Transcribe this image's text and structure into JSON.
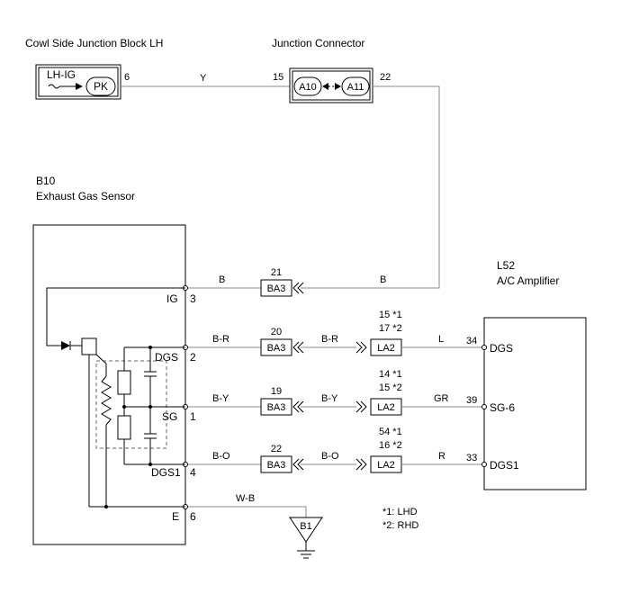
{
  "labels": {
    "cowl_block": "Cowl Side Junction Block LH",
    "junction_connector": "Junction Connector",
    "sensor_code": "B10",
    "sensor_name": "Exhaust Gas Sensor",
    "amp_code": "L52",
    "amp_name": "A/C Amplifier"
  },
  "cowl": {
    "fuse_label": "LH-IG",
    "connector": "PK",
    "pin": "6"
  },
  "junction": {
    "left_pin": "15",
    "left_conn": "A10",
    "right_conn": "A11",
    "right_pin": "22"
  },
  "wire_colors": {
    "y_top": "Y",
    "b_left": "B",
    "b_right": "B",
    "br_left": "B-R",
    "br_mid": "B-R",
    "l": "L",
    "by_left": "B-Y",
    "by_mid": "B-Y",
    "gr": "GR",
    "bo_left": "B-O",
    "bo_mid": "B-O",
    "r": "R",
    "wb": "W-B"
  },
  "sensor_pins": [
    {
      "name": "IG",
      "num": "3"
    },
    {
      "name": "DGS",
      "num": "2"
    },
    {
      "name": "SG",
      "num": "1"
    },
    {
      "name": "DGS1",
      "num": "4"
    },
    {
      "name": "E",
      "num": "6"
    }
  ],
  "ba3": [
    {
      "conn": "BA3",
      "pin": "21"
    },
    {
      "conn": "BA3",
      "pin": "20"
    },
    {
      "conn": "BA3",
      "pin": "19"
    },
    {
      "conn": "BA3",
      "pin": "22"
    }
  ],
  "la2": [
    {
      "conn": "LA2",
      "pin1": "15 *1",
      "pin2": "17 *2"
    },
    {
      "conn": "LA2",
      "pin1": "14 *1",
      "pin2": "15 *2"
    },
    {
      "conn": "LA2",
      "pin1": "54 *1",
      "pin2": "16 *2"
    }
  ],
  "amp_pins": [
    {
      "num": "34",
      "name": "DGS"
    },
    {
      "num": "39",
      "name": "SG-6"
    },
    {
      "num": "33",
      "name": "DGS1"
    }
  ],
  "ground": "B1",
  "notes": [
    "*1: LHD",
    "*2: RHD"
  ]
}
